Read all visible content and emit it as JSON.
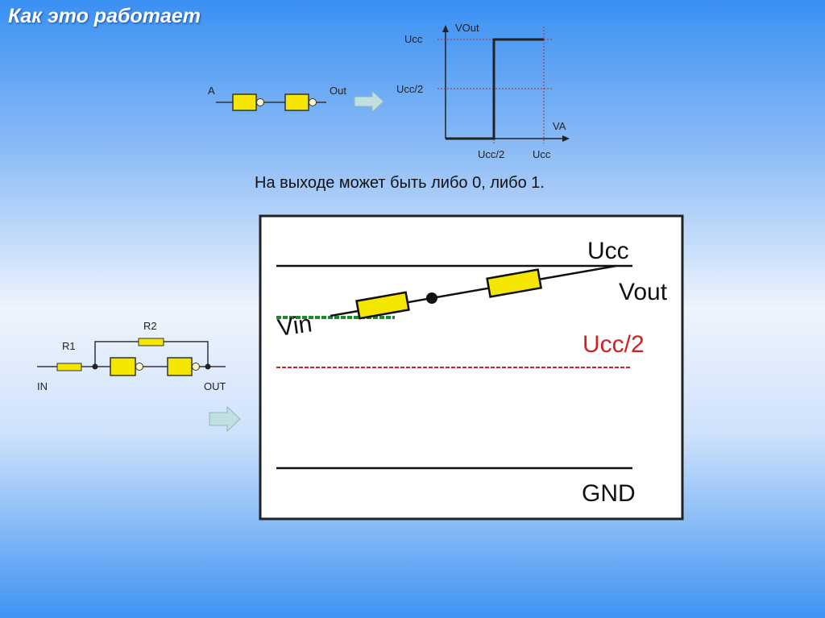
{
  "title": "Как это работает",
  "caption": "На выходе может быть либо 0, либо 1.",
  "top_circuit": {
    "input": "A",
    "output": "Out"
  },
  "transfer_graph": {
    "y_axis": "VOut",
    "x_axis": "VA",
    "y_ticks": [
      "Ucc",
      "Ucc/2"
    ],
    "x_ticks": [
      "Ucc/2",
      "Ucc"
    ]
  },
  "left_circuit": {
    "r1": "R1",
    "r2": "R2",
    "input": "IN",
    "output": "OUT"
  },
  "lever_diagram": {
    "ucc": "Ucc",
    "vout": "Vout",
    "half": "Ucc/2",
    "vin": "Vin",
    "gnd": "GND"
  },
  "colors": {
    "gate": "#f5e600",
    "dashed_red": "#d02020",
    "dashed_green": "#1a8a2a",
    "arrow": "#bfe0e0"
  }
}
